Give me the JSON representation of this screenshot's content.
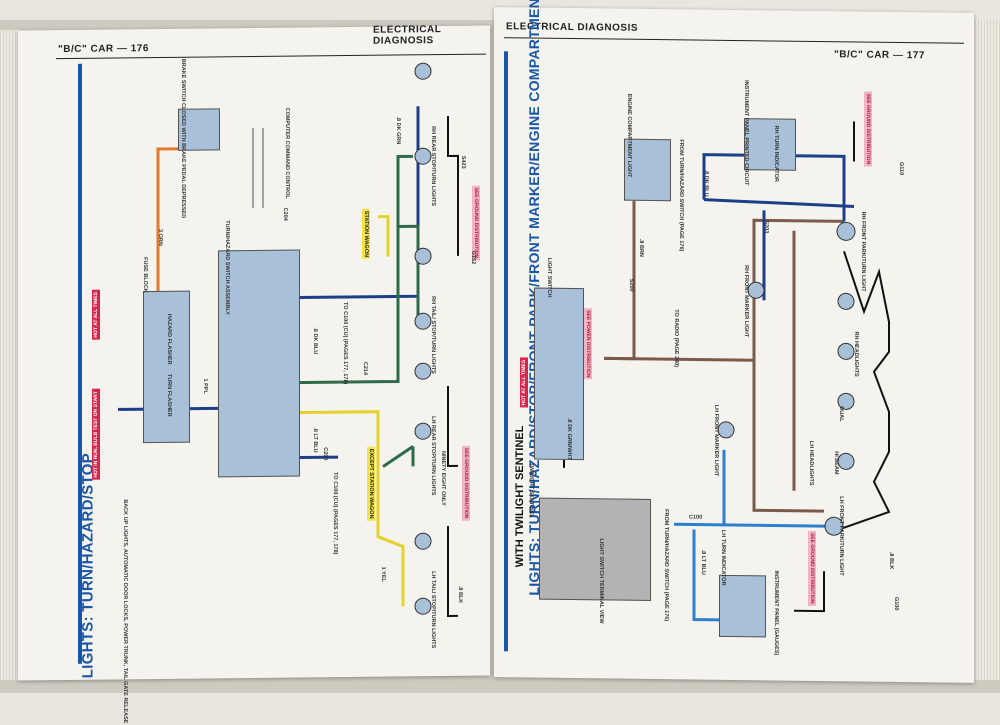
{
  "left_page": {
    "page_header": "\"B/C\" CAR — 176",
    "section_header": "ELECTRICAL DIAGNOSIS",
    "side_title": "LIGHTS: TURN/HAZARD/STOP",
    "labels": {
      "hot_run_bulb": "HOT IN RUN, BULB TEST OR START",
      "hot_all_times": "HOT AT ALL TIMES",
      "turn_flasher": "TURN FLASHER",
      "hazard_flasher": "HAZARD FLASHER",
      "fuse_block": "FUSE BLOCK",
      "turn_hazard_switch": "TURN/HAZARD SWITCH ASSEMBLY",
      "brake_switch": "BRAKE SWITCH CLOSED WITH BRAKE PEDAL DEPRESSED",
      "computer_command": "COMPUTER COMMAND CONTROL",
      "station_wagon": "STATION WAGON",
      "except_station_wagon": "EXCEPT STATION WAGON",
      "ninety_eight_only": "NINETY EIGHT ONLY",
      "see_ground_1": "SEE GROUND DISTRIBUTION",
      "see_ground_2": "SEE GROUND DISTRIBUTION",
      "to_c100_cu": "TO C100 (CU) (PAGES 177, 178)",
      "to_c100_cu2": "TO C100 (CU) (PAGES 177, 178)",
      "back_up_lights": "BACK UP LIGHTS, AUTOMATIC DOOR LOCKS, POWER TRUNK, TAIL GATE RELEASE",
      "rh_rear_turn": "RH REAR STOP/TURN LIGHTS",
      "lh_rear_turn": "LH REAR STOP/TURN LIGHTS",
      "rh_tail": "RH TAIL/ STOP/TURN LIGHTS",
      "lh_tail": "LH TAIL/ STOP/TURN LIGHTS",
      "wire_dk_grn": ".8 DK GRN",
      "wire_yel": "1 YEL",
      "wire_dk_blu": ".8 DK BLU",
      "wire_lt_blu": ".8 LT BLU",
      "wire_blk": ".8 BLK",
      "wire_orn": "3 ORN",
      "wire_ppl": "1 PPL",
      "c214": "C214",
      "c204": "C204",
      "c200": "C200",
      "g152": "G152",
      "s423": "S423"
    }
  },
  "right_page": {
    "page_header": "\"B/C\" CAR — 177",
    "section_header": "ELECTRICAL DIAGNOSIS",
    "side_title": "LIGHTS: TURN/HAZARD/STOP/FRONT PARK/FRONT MARKER/ENGINE COMPARTMENT",
    "labels": {
      "engine_compartment_light": "ENGINE COMPARTMENT LIGHT",
      "light_switch": "LIGHT SWITCH",
      "hot_all_times": "HOT AT ALL TIMES",
      "see_power_distribution": "SEE POWER DISTRIBUTION",
      "twilight_sentinel": "TWILIGHT SENTINEL",
      "with_twilight_sentinel": "WITH TWILIGHT SENTINEL",
      "light_switch_terminal_view": "LIGHT SWITCH TERMINAL VIEW",
      "from_turn_hazard_switch": "FROM TURN/HAZARD SWITCH (PAGE 176)",
      "from_turn_hazard_switch2": "FROM TURN/HAZARD SWITCH (PAGE 176)",
      "to_radio": "TO RADIO (PAGE 280)",
      "instrument_panel_printed_circuit": "INSTRUMENT PANEL PRINTED CIRCUIT",
      "rh_turn_indicator": "RH TURN INDICATOR",
      "lh_turn_indicator": "LH TURN INDICATOR",
      "rh_front_park_turn": "RH FRONT PARK/TURN LIGHT",
      "lh_front_park_turn": "LH FRONT PARK/TURN LIGHT",
      "rh_front_marker": "RH FRONT MARKER LIGHT",
      "lh_front_marker": "LH FRONT MARKER LIGHT",
      "rh_headlights": "RH HEADLIGHTS",
      "lh_headlights": "LH HEADLIGHTS",
      "hi_beam": "HI BEAM",
      "dual": "DUAL",
      "see_ground_distribution": "SEE GROUND DISTRIBUTION",
      "see_ground_distribution2": "SEE GROUND DISTRIBUTION",
      "instrument_panel_gauges": "INSTRUMENT PANEL (GAUGES)",
      "wire_brn": ".8 BRN",
      "wire_dk_blu": ".8 DK BLU",
      "wire_lt_blu": ".8 LT BLU",
      "wire_blk": ".8 BLK",
      "wire_dk_grn_wht": ".8 DK GRN/WHT",
      "c100": "C100",
      "s200": "S200",
      "s203": "S203",
      "g100": "G100",
      "g110": "G110"
    }
  },
  "colors": {
    "blue_stripe": "#1a56a8",
    "dark_blue_wire": "#1d3f8a",
    "light_blue_wire": "#2f7fd0",
    "green_wire": "#2f6b4a",
    "yellow_wire": "#e6d12c",
    "orange_wire": "#e07a2e",
    "brown_wire": "#7a5a4a",
    "black_wire": "#111111",
    "module_fill": "#a8c0d8",
    "warning_red": "#d6264b",
    "note_pink": "#f4b3c4"
  }
}
